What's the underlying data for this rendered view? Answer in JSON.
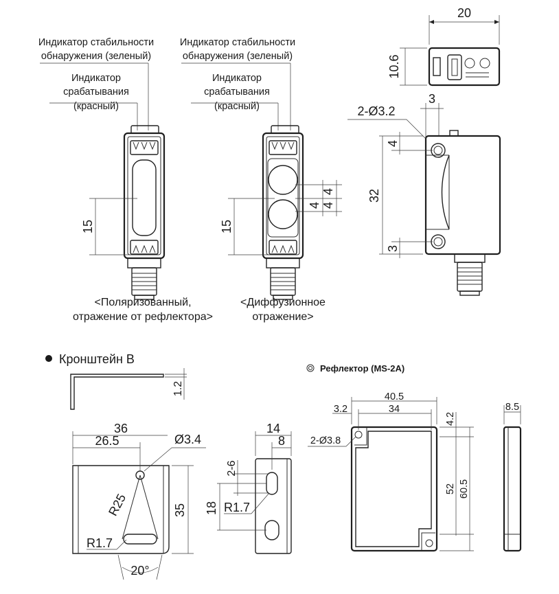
{
  "sensor_views": {
    "polarized": {
      "stability_label_1": "Индикатор стабильности",
      "stability_label_2": "обнаружения (зеленый)",
      "operation_label_1": "Индикатор",
      "operation_label_2": "срабатывания",
      "operation_label_3": "(красный)",
      "dim_height": "15",
      "caption_1": "<Поляризованный,",
      "caption_2": "отражение от рефлектора>"
    },
    "diffuse": {
      "stability_label_1": "Индикатор стабильности",
      "stability_label_2": "обнаружения (зеленый)",
      "operation_label_1": "Индикатор",
      "operation_label_2": "срабатывания",
      "operation_label_3": "(красный)",
      "dim_height": "15",
      "dim_lens_a": "4",
      "dim_lens_b": "4",
      "dim_lens_c": "4",
      "caption_1": "<Диффузионное",
      "caption_2": "отражение>"
    },
    "top_view": {
      "dim_width": "20",
      "dim_height": "10.6"
    },
    "side_view": {
      "dim_hole_offset_x": "3",
      "dim_holes": "2-Ø3.2",
      "dim_top_hole": "4",
      "dim_height": "32",
      "dim_bottom_hole": "3"
    }
  },
  "bracket": {
    "title": "Кронштейн B",
    "dim_thickness": "1.2",
    "dim_width": "36",
    "dim_hole_x": "26.5",
    "dim_hole_dia": "Ø3.4",
    "dim_radius": "R25",
    "dim_slot_radius": "R1.7",
    "dim_angle": "20°",
    "dim_height": "35",
    "dim_side_width": "14",
    "dim_side_hole": "8",
    "dim_slot_range": "2-6",
    "dim_side_pitch": "18",
    "dim_side_slot_radius": "R1.7"
  },
  "reflector": {
    "title": "Рефлектор (MS-2A)",
    "dim_total_width": "40.5",
    "dim_inner_width": "34",
    "dim_offset": "3.2",
    "dim_holes": "2-Ø3.8",
    "dim_top": "4.2",
    "dim_inner_height": "52",
    "dim_total_height": "60.5",
    "dim_thickness": "8.5"
  }
}
